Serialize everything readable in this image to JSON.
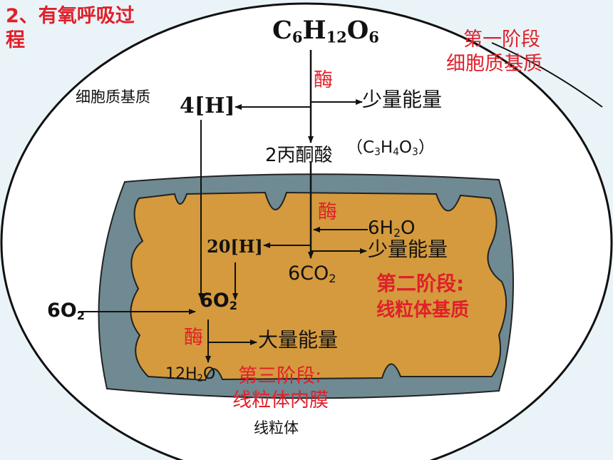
{
  "title": {
    "line1": "2、有氧呼吸过",
    "line2": "程"
  },
  "glucose": {
    "base": "C",
    "s1": "6",
    "h": "H",
    "s2": "12",
    "o": "O",
    "s3": "6"
  },
  "stage1": {
    "title": "第一阶段",
    "location": "细胞质基质",
    "enzyme": "酶",
    "side_location": "细胞质基质",
    "hydrogen": "4[H]",
    "energy": "少量能量",
    "pyruvate": "2丙酮酸",
    "pyruvate_formula": {
      "open": "（C",
      "s1": "3",
      "h": "H",
      "s2": "4",
      "o": "O",
      "s3": "3",
      "close": "）"
    }
  },
  "stage2": {
    "enzyme": "酶",
    "water": {
      "base": "6H",
      "sub": "2",
      "tail": "O"
    },
    "hydrogen": "20[H]",
    "energy": "少量能量",
    "co2": {
      "base": "6CO",
      "sub": "2"
    },
    "title": "第二阶段:",
    "location": "线粒体基质"
  },
  "stage3": {
    "oxygen_in": {
      "base": "6O",
      "sub": "2"
    },
    "oxygen": {
      "base": "6O",
      "sub": "2"
    },
    "enzyme": "酶",
    "energy": "大量能量",
    "water": {
      "base": "12H",
      "sub": "2",
      "tail": "O"
    },
    "title": "第三阶段:",
    "location": "线粒体内膜"
  },
  "mitochondrion_label": "线粒体",
  "colors": {
    "title_red": "#e0202a",
    "outer_membrane": "#6f8a92",
    "matrix": "#d49a3d",
    "outline": "#111111",
    "slide_bg": "#eaf4f8"
  }
}
